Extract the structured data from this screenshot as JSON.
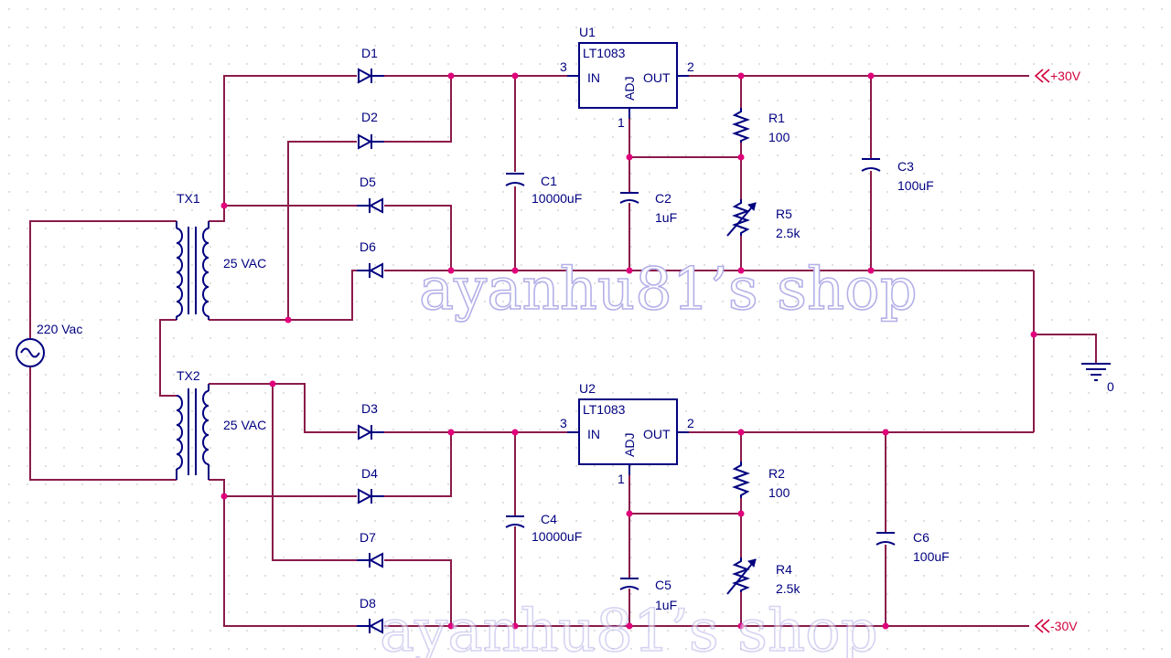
{
  "colors": {
    "wire": "#8b1a4a",
    "component": "#000080",
    "junction": "#e0007a",
    "net_label": "#d0003c",
    "watermark": "#b4b0e8"
  },
  "source": {
    "label": "220 Vac",
    "icon": "ac-source-icon"
  },
  "transformers": [
    {
      "ref": "TX1",
      "rating": "25 VAC"
    },
    {
      "ref": "TX2",
      "rating": "25 VAC"
    }
  ],
  "diodes": [
    "D1",
    "D2",
    "D5",
    "D6",
    "D3",
    "D4",
    "D7",
    "D8"
  ],
  "regulators": [
    {
      "ref": "U1",
      "part": "LT1083",
      "pin_in": "IN",
      "pin_adj": "ADJ",
      "pin_out": "OUT",
      "pin3": "3",
      "pin2": "2",
      "pin1": "1"
    },
    {
      "ref": "U2",
      "part": "LT1083",
      "pin_in": "IN",
      "pin_adj": "ADJ",
      "pin_out": "OUT",
      "pin3": "3",
      "pin2": "2",
      "pin1": "1"
    }
  ],
  "capacitors": [
    {
      "ref": "C1",
      "value": "10000uF"
    },
    {
      "ref": "C2",
      "value": "1uF"
    },
    {
      "ref": "C3",
      "value": "100uF"
    },
    {
      "ref": "C4",
      "value": "10000uF"
    },
    {
      "ref": "C5",
      "value": "1uF"
    },
    {
      "ref": "C6",
      "value": "100uF"
    }
  ],
  "resistors": [
    {
      "ref": "R1",
      "value": "100"
    },
    {
      "ref": "R5",
      "value": "2.5k"
    },
    {
      "ref": "R2",
      "value": "100"
    },
    {
      "ref": "R4",
      "value": "2.5k"
    }
  ],
  "outputs": {
    "positive": "+30V",
    "negative": "-30V",
    "ground": "0"
  },
  "watermark": "ayanhu81’s shop"
}
